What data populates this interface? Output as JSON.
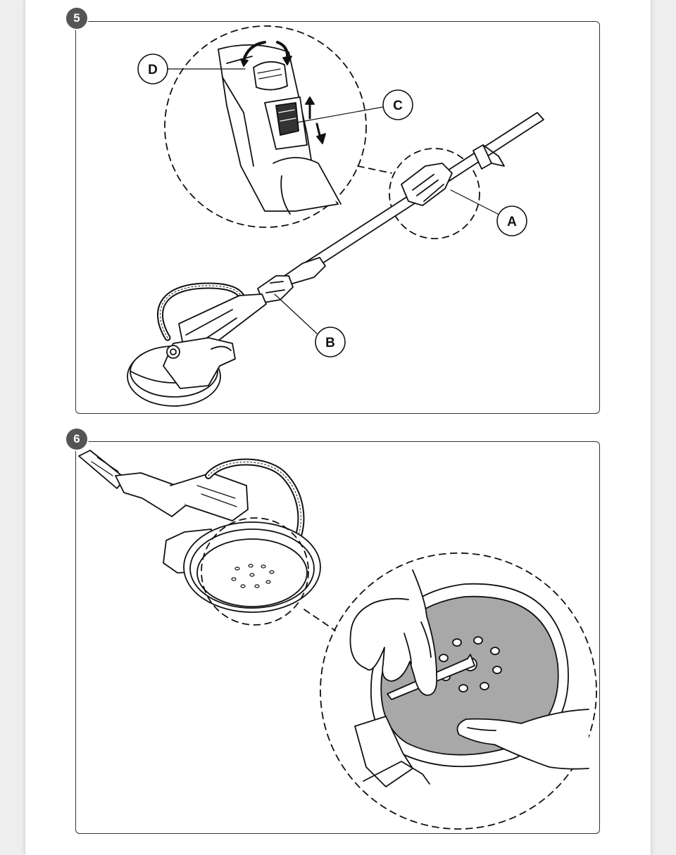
{
  "steps": [
    {
      "number": "5",
      "callouts": [
        "A",
        "B",
        "C",
        "D"
      ]
    },
    {
      "number": "6"
    }
  ],
  "colors": {
    "badge": "#555555",
    "line": "#111111",
    "pad_fill": "#a8a8a8"
  }
}
